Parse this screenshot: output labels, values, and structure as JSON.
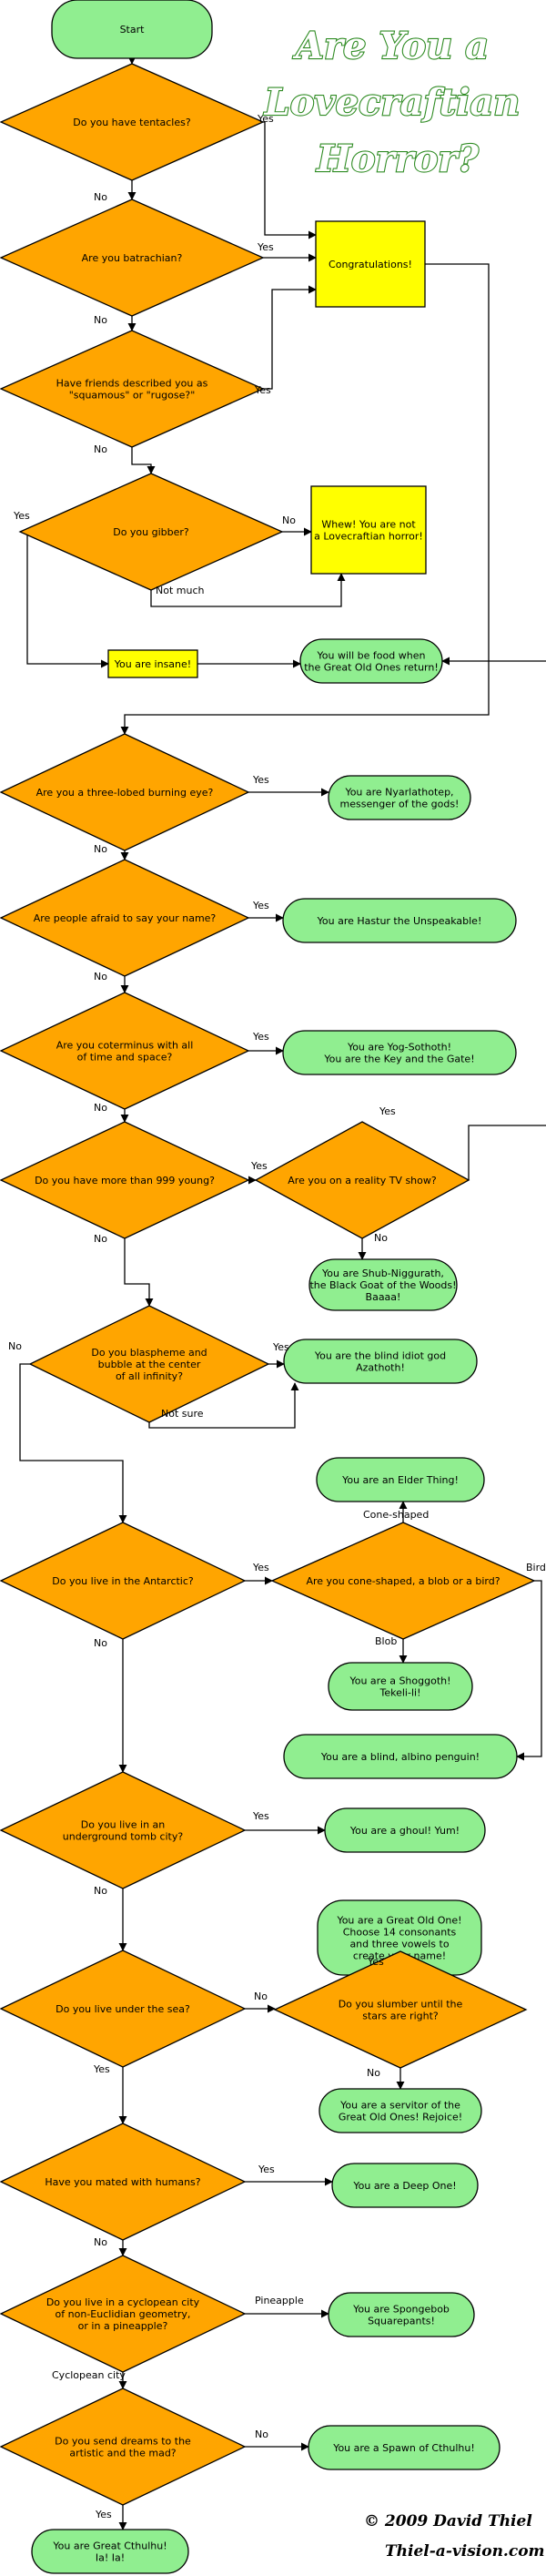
{
  "title": "Are You a Lovecraftian Horror?",
  "title_lines": [
    "Are You a",
    "Lovecraftian",
    "Horror?"
  ],
  "credit": {
    "line1": "© 2009 David Thiel",
    "line2": "Thiel-a-vision.com"
  },
  "colors": {
    "start_fill": "#90ee90",
    "decision_fill": "#ffa500",
    "outcome_fill": "#90ee90",
    "special_fill": "#ffff00",
    "stroke": "#000000",
    "title_fill": "#ffffff",
    "title_stroke": "#2e8b22"
  },
  "nodes": [
    {
      "id": "start",
      "shape": "start",
      "lines": [
        "Start"
      ]
    },
    {
      "id": "tentacles",
      "shape": "diamond",
      "lines": [
        "Do you have tentacles?"
      ]
    },
    {
      "id": "batrachian",
      "shape": "diamond",
      "lines": [
        "Are you batrachian?"
      ]
    },
    {
      "id": "squamous",
      "shape": "diamond",
      "lines": [
        "Have friends described you as",
        "\"squamous\" or \"rugose?\""
      ]
    },
    {
      "id": "congrats",
      "shape": "square",
      "lines": [
        "Congratulations!"
      ]
    },
    {
      "id": "gibber",
      "shape": "diamond",
      "lines": [
        "Do you gibber?"
      ]
    },
    {
      "id": "whew",
      "shape": "square",
      "lines": [
        "Whew! You are not",
        "a Lovecraftian horror!"
      ]
    },
    {
      "id": "insane",
      "shape": "rect",
      "lines": [
        "You are insane!"
      ]
    },
    {
      "id": "food",
      "shape": "outcome",
      "lines": [
        "You will be food when",
        "the Great Old Ones return!"
      ]
    },
    {
      "id": "threelobed",
      "shape": "diamond",
      "lines": [
        "Are you a three-lobed burning eye?"
      ]
    },
    {
      "id": "nyarlathotep",
      "shape": "outcome",
      "lines": [
        "You are Nyarlathotep,",
        "messenger of the gods!"
      ]
    },
    {
      "id": "afraid",
      "shape": "diamond",
      "lines": [
        "Are people afraid to say your name?"
      ]
    },
    {
      "id": "hastur",
      "shape": "outcome",
      "lines": [
        "You are Hastur the Unspeakable!"
      ]
    },
    {
      "id": "coterminus",
      "shape": "diamond",
      "lines": [
        "Are you coterminus with all",
        "of time and space?"
      ]
    },
    {
      "id": "yogsothoth",
      "shape": "outcome",
      "lines": [
        "You are Yog-Sothoth!",
        "You are the Key and the Gate!"
      ]
    },
    {
      "id": "young",
      "shape": "diamond",
      "lines": [
        "Do you have more than 999 young?"
      ]
    },
    {
      "id": "realitytv",
      "shape": "diamond",
      "lines": [
        "Are you on a reality TV show?"
      ]
    },
    {
      "id": "shubniggurath",
      "shape": "outcome",
      "lines": [
        "You are Shub-Niggurath,",
        "the Black Goat of the Woods!",
        "Baaaa!"
      ]
    },
    {
      "id": "blaspheme",
      "shape": "diamond",
      "lines": [
        "Do you blaspheme and",
        "bubble at the center",
        "of all infinity?"
      ]
    },
    {
      "id": "azathoth",
      "shape": "outcome",
      "lines": [
        "You are the blind idiot god",
        "Azathoth!"
      ]
    },
    {
      "id": "elderthing",
      "shape": "outcome",
      "lines": [
        "You are an Elder Thing!"
      ]
    },
    {
      "id": "antarctic",
      "shape": "diamond",
      "lines": [
        "Do you live in the Antarctic?"
      ]
    },
    {
      "id": "coneshaped",
      "shape": "diamond",
      "lines": [
        "Are you cone-shaped, a blob or a bird?"
      ]
    },
    {
      "id": "shoggoth",
      "shape": "outcome",
      "lines": [
        "You are a Shoggoth!",
        "Tekeli-li!"
      ]
    },
    {
      "id": "penguin",
      "shape": "outcome",
      "lines": [
        "You are a blind, albino penguin!"
      ]
    },
    {
      "id": "tombcity",
      "shape": "diamond",
      "lines": [
        "Do you live in an",
        "underground tomb city?"
      ]
    },
    {
      "id": "ghoul",
      "shape": "outcome",
      "lines": [
        "You are a ghoul! Yum!"
      ]
    },
    {
      "id": "greatoldone",
      "shape": "outcome",
      "lines": [
        "You are a Great Old One!",
        "Choose 14 consonants",
        "and three vowels to",
        "create your name!"
      ]
    },
    {
      "id": "undersea",
      "shape": "diamond",
      "lines": [
        "Do you live under the sea?"
      ]
    },
    {
      "id": "slumber",
      "shape": "diamond",
      "lines": [
        "Do you slumber until the",
        "stars are right?"
      ]
    },
    {
      "id": "servitor",
      "shape": "outcome",
      "lines": [
        "You are a servitor of the",
        "Great Old Ones! Rejoice!"
      ]
    },
    {
      "id": "mated",
      "shape": "diamond",
      "lines": [
        "Have you mated with humans?"
      ]
    },
    {
      "id": "deepone",
      "shape": "outcome",
      "lines": [
        "You are a Deep One!"
      ]
    },
    {
      "id": "cyclopean",
      "shape": "diamond",
      "lines": [
        "Do you live in a cyclopean city",
        "of non-Euclidian geometry,",
        "or in a pineapple?"
      ]
    },
    {
      "id": "spongebob",
      "shape": "outcome",
      "lines": [
        "You are Spongebob",
        "Squarepants!"
      ]
    },
    {
      "id": "dreams",
      "shape": "diamond",
      "lines": [
        "Do you send dreams to the",
        "artistic and the mad?"
      ]
    },
    {
      "id": "spawn",
      "shape": "outcome",
      "lines": [
        "You are a Spawn of Cthulhu!"
      ]
    },
    {
      "id": "cthulhu",
      "shape": "outcome",
      "lines": [
        "You are Great Cthulhu!",
        "Ia! Ia!"
      ]
    }
  ],
  "edges": [
    {
      "from": "start",
      "to": "tentacles",
      "label": ""
    },
    {
      "from": "tentacles",
      "to": "batrachian",
      "label": "No"
    },
    {
      "from": "tentacles",
      "to": "congrats",
      "label": "Yes"
    },
    {
      "from": "batrachian",
      "to": "squamous",
      "label": "No"
    },
    {
      "from": "batrachian",
      "to": "congrats",
      "label": "Yes"
    },
    {
      "from": "squamous",
      "to": "congrats",
      "label": "Yes"
    },
    {
      "from": "squamous",
      "to": "gibber",
      "label": "No"
    },
    {
      "from": "gibber",
      "to": "whew",
      "label": "No"
    },
    {
      "from": "gibber",
      "to": "whew",
      "label": "Not much"
    },
    {
      "from": "gibber",
      "to": "insane",
      "label": "Yes"
    },
    {
      "from": "insane",
      "to": "food",
      "label": ""
    },
    {
      "from": "congrats",
      "to": "threelobed",
      "label": ""
    },
    {
      "from": "threelobed",
      "to": "nyarlathotep",
      "label": "Yes"
    },
    {
      "from": "threelobed",
      "to": "afraid",
      "label": "No"
    },
    {
      "from": "afraid",
      "to": "hastur",
      "label": "Yes"
    },
    {
      "from": "afraid",
      "to": "coterminus",
      "label": "No"
    },
    {
      "from": "coterminus",
      "to": "yogsothoth",
      "label": "Yes"
    },
    {
      "from": "coterminus",
      "to": "young",
      "label": "No"
    },
    {
      "from": "young",
      "to": "realitytv",
      "label": "Yes"
    },
    {
      "from": "realitytv",
      "to": "food",
      "label": "Yes"
    },
    {
      "from": "realitytv",
      "to": "shubniggurath",
      "label": "No"
    },
    {
      "from": "young",
      "to": "blaspheme",
      "label": "No"
    },
    {
      "from": "blaspheme",
      "to": "azathoth",
      "label": "Yes"
    },
    {
      "from": "blaspheme",
      "to": "azathoth",
      "label": "Not sure"
    },
    {
      "from": "blaspheme",
      "to": "antarctic",
      "label": "No"
    },
    {
      "from": "antarctic",
      "to": "coneshaped",
      "label": "Yes"
    },
    {
      "from": "coneshaped",
      "to": "elderthing",
      "label": "Cone-shaped"
    },
    {
      "from": "coneshaped",
      "to": "shoggoth",
      "label": "Blob"
    },
    {
      "from": "coneshaped",
      "to": "penguin",
      "label": "Bird"
    },
    {
      "from": "antarctic",
      "to": "tombcity",
      "label": "No"
    },
    {
      "from": "tombcity",
      "to": "ghoul",
      "label": "Yes"
    },
    {
      "from": "tombcity",
      "to": "undersea",
      "label": "No"
    },
    {
      "from": "undersea",
      "to": "slumber",
      "label": "No"
    },
    {
      "from": "slumber",
      "to": "greatoldone",
      "label": "Yes"
    },
    {
      "from": "slumber",
      "to": "servitor",
      "label": "No"
    },
    {
      "from": "undersea",
      "to": "mated",
      "label": "Yes"
    },
    {
      "from": "mated",
      "to": "deepone",
      "label": "Yes"
    },
    {
      "from": "mated",
      "to": "cyclopean",
      "label": "No"
    },
    {
      "from": "cyclopean",
      "to": "spongebob",
      "label": "Pineapple"
    },
    {
      "from": "cyclopean",
      "to": "dreams",
      "label": "Cyclopean city"
    },
    {
      "from": "dreams",
      "to": "spawn",
      "label": "No"
    },
    {
      "from": "dreams",
      "to": "cthulhu",
      "label": "Yes"
    }
  ]
}
